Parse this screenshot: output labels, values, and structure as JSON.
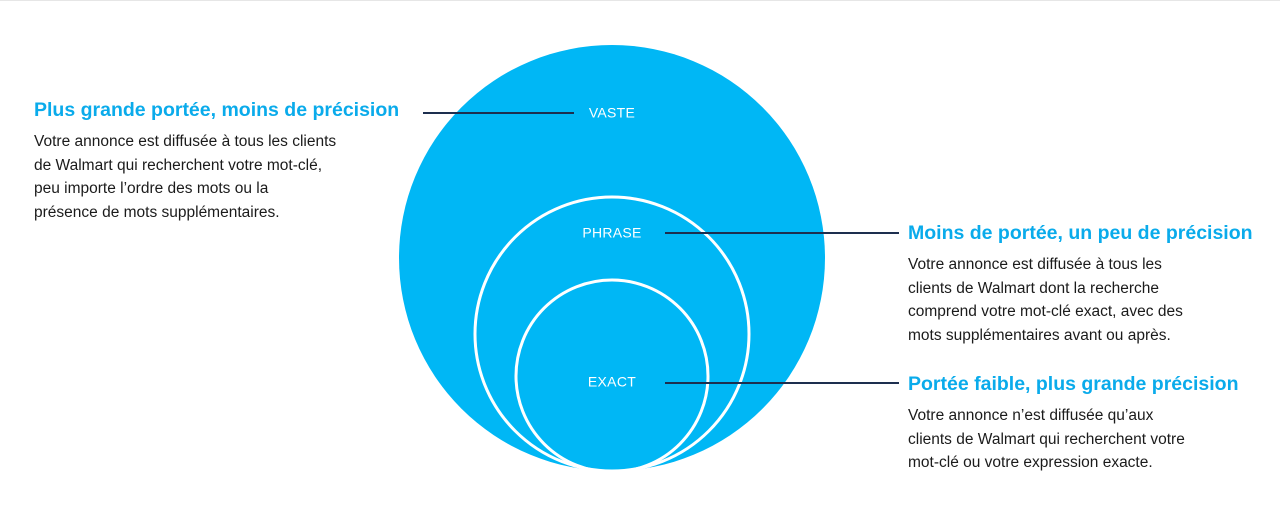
{
  "colors": {
    "accent": "#00B7F5",
    "title_text": "#0AABEB",
    "connector_line": "#1D2F4F",
    "circle_stroke": "#FFFFFF",
    "body_text": "#1B1B1B"
  },
  "match_types": [
    {
      "circle_label": "VASTE",
      "title": "Plus grande portée, moins de précision",
      "description": "Votre annonce est diffusée à tous les clients\nde Walmart qui recherchent votre mot-clé,\npeu importe l’ordre des mots ou la\nprésence de mots supplémentaires."
    },
    {
      "circle_label": "PHRASE",
      "title": "Moins de portée, un peu de précision",
      "description": "Votre annonce est diffusée à tous les\nclients de Walmart dont la recherche\ncomprend votre mot-clé exact, avec des\nmots supplémentaires avant ou après."
    },
    {
      "circle_label": "EXACT",
      "title": "Portée faible, plus grande précision",
      "description": "Votre annonce n’est diffusée qu’aux\nclients de Walmart qui recherchent votre\nmot-clé ou votre expression exacte."
    }
  ]
}
